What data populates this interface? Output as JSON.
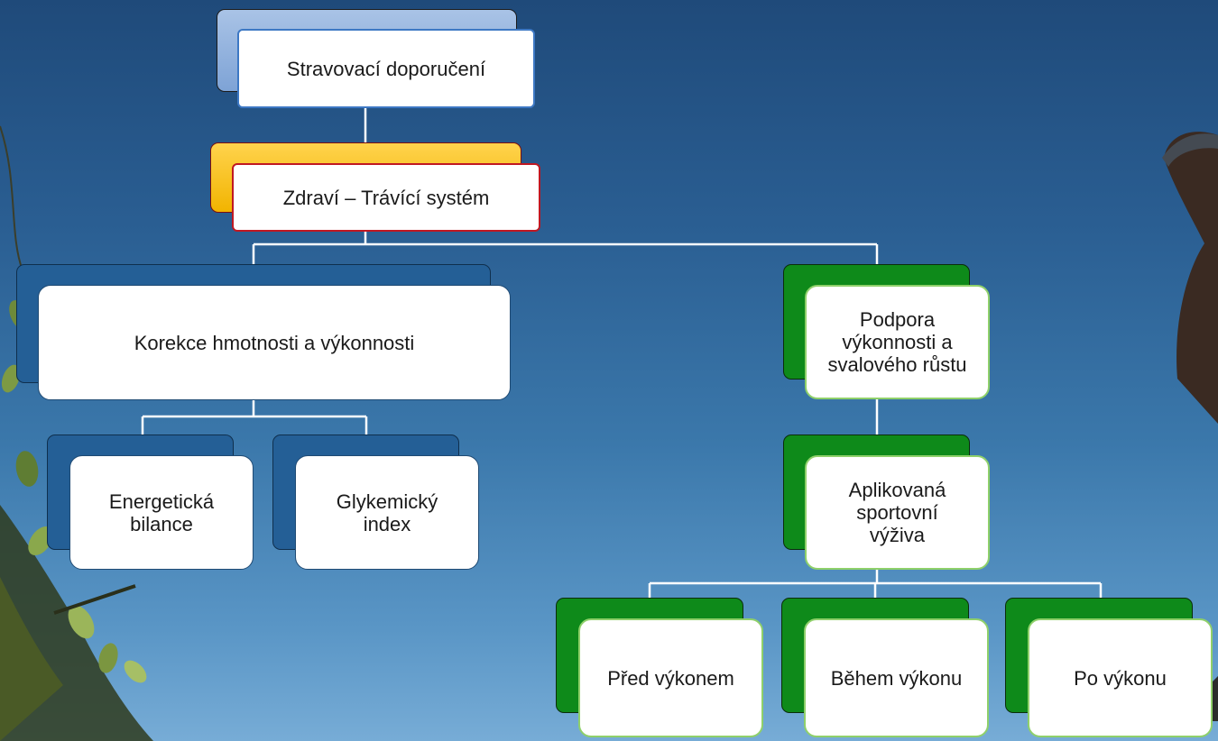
{
  "diagram": {
    "root": {
      "label": "Stravovací doporučení"
    },
    "health": {
      "label": "Zdraví – Trávící systém"
    },
    "weight": {
      "label": "Korekce hmotnosti a výkonnosti"
    },
    "energy": {
      "label": "Energetická\nbilance"
    },
    "glycemic": {
      "label": "Glykemický\nindex"
    },
    "support": {
      "label": "Podpora\nvýkonnosti a\nsvalového růstu"
    },
    "nutrition": {
      "label": "Aplikovaná\nsportovní\nvýživa"
    },
    "before": {
      "label": "Před výkonem"
    },
    "during": {
      "label": "Během výkonu"
    },
    "after": {
      "label": "Po výkonu"
    }
  },
  "colors": {
    "sky_top": "#1f4a7a",
    "sky_bottom": "#77acd6",
    "root_back": "#7ea3d6",
    "health_back": "#f2b400",
    "health_border": "#c01822",
    "blue_back": "#245f96",
    "green_back": "#0e8a1a",
    "green_border": "#8fd06a"
  }
}
